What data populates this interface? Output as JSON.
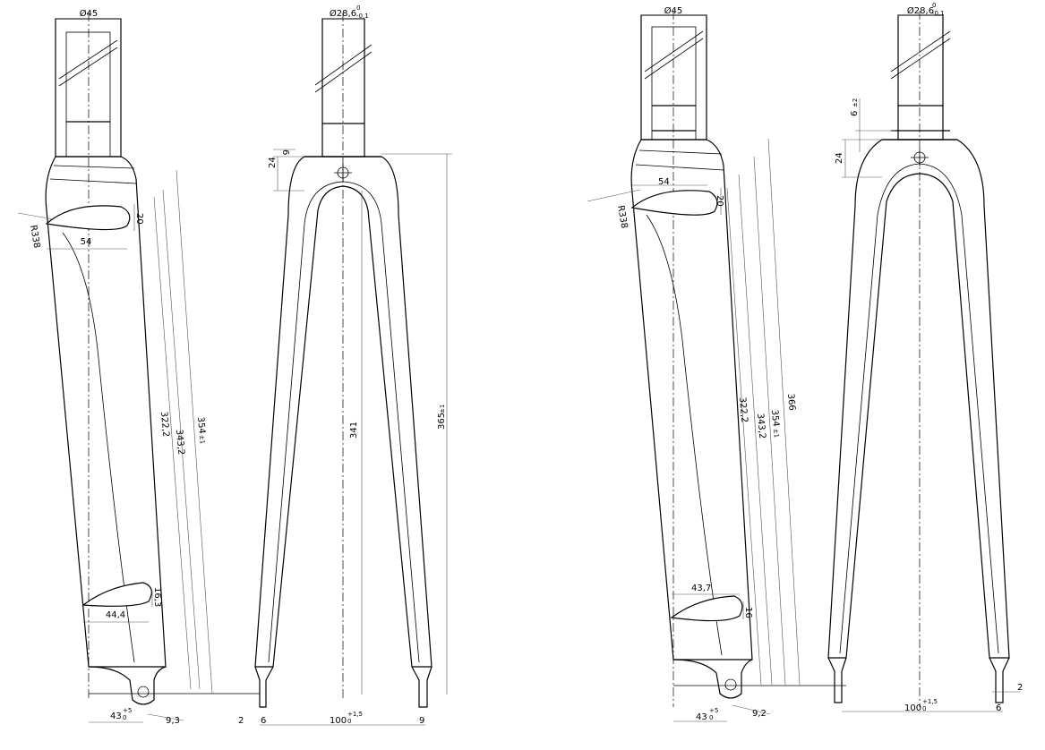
{
  "drawings": [
    {
      "side": {
        "steerer_diameter": "Ø45",
        "cutout_radius": "R338",
        "upper_slot_width": "54",
        "upper_slot_height": "20",
        "lower_slot_width": "44,4",
        "lower_slot_height": "16,3",
        "len_a": "322,2",
        "len_b": "343,2",
        "len_c": "354",
        "tol_c": "±1",
        "offset": "43",
        "offset_tol": "+5",
        "offset_tol2": "0",
        "dropout": "9,3"
      },
      "front": {
        "steerer_diameter": "Ø28,6",
        "steerer_tol_upper": "0",
        "steerer_tol_lower": "-0,1",
        "crown_top": "6",
        "crown_height": "24",
        "inner_length": "341",
        "total_length": "365",
        "total_tol": "±1",
        "spacing": "100",
        "spacing_tol_upper": "+1,5",
        "spacing_tol_lower": "0",
        "dropout_gap": "2",
        "dropout_left": "6",
        "dropout_right": "9"
      }
    },
    {
      "side": {
        "steerer_diameter": "Ø45",
        "cutout_radius": "R338",
        "upper_slot_width": "54",
        "upper_slot_height": "20",
        "lower_slot_width": "43,7",
        "lower_slot_height": "16",
        "len_a": "322,2",
        "len_b": "343,2",
        "len_c": "354",
        "tol_c": "±1",
        "len_d": "366",
        "offset": "43",
        "offset_tol": "+5",
        "offset_tol2": "0",
        "dropout": "9,2"
      },
      "front": {
        "steerer_diameter": "Ø28,6",
        "steerer_tol_upper": "0",
        "steerer_tol_lower": "-0,1",
        "crown_top": "6",
        "crown_top_tol": "±2",
        "crown_height": "24",
        "spacing": "100",
        "spacing_tol_upper": "+1,5",
        "spacing_tol_lower": "0",
        "dropout_gap": "2",
        "dropout_right": "6"
      }
    }
  ]
}
